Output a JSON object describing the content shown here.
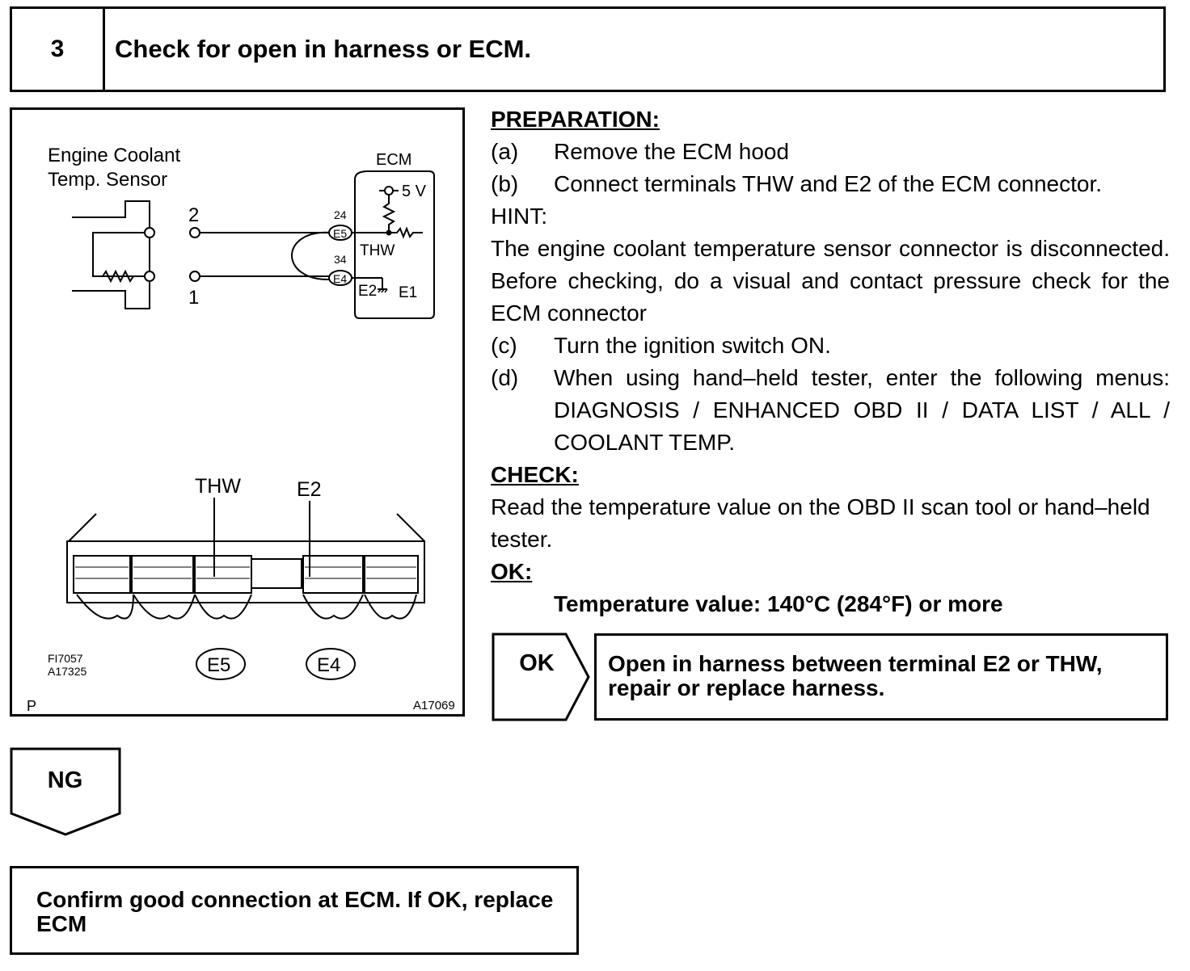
{
  "step": {
    "number": "3",
    "title": "Check for open in harness or ECM."
  },
  "figure": {
    "sensor_label_line1": "Engine Coolant",
    "sensor_label_line2": "Temp. Sensor",
    "ecm_label": "ECM",
    "voltage_label": "5 V",
    "pin2": "2",
    "pin1": "1",
    "pin24": "24",
    "pin34": "34",
    "e5_small": "E5",
    "e4_small": "E4",
    "thw_small": "THW",
    "e2_small": "E2",
    "e1_small": "E1",
    "thw_callout": "THW",
    "e2_callout": "E2",
    "e5_connector": "E5",
    "e4_connector": "E4",
    "code_1": "FI7057",
    "code_2": "A17325",
    "corner_letter": "P",
    "figure_id": "A17069"
  },
  "preparation": {
    "heading": "PREPARATION:",
    "steps": [
      {
        "letter": "(a)",
        "text": "Remove the ECM hood"
      },
      {
        "letter": "(b)",
        "text": "Connect terminals THW and E2 of the ECM connector."
      },
      {
        "letter": "(c)",
        "text": "Turn the ignition switch ON."
      },
      {
        "letter": "(d)",
        "text": "When using hand–held tester, enter the following menus: DIAGNOSIS / ENHANCED OBD II / DATA LIST / ALL / COOLANT TEMP."
      }
    ],
    "hint_label": "HINT:",
    "hint_text": "The engine coolant temperature sensor connector is disconnected. Before checking, do a visual and contact pressure check for the ECM connector"
  },
  "check": {
    "heading": "CHECK:",
    "text": "Read the temperature value on the OBD II scan tool or hand–held tester."
  },
  "ok": {
    "heading": "OK:",
    "value": "Temperature value: 140°C (284°F) or more"
  },
  "ok_branch": {
    "label": "OK",
    "result": "Open in harness between terminal E2 or THW, repair or replace harness."
  },
  "ng_branch": {
    "label": "NG",
    "result": "Confirm good connection at ECM. If OK, replace ECM"
  }
}
